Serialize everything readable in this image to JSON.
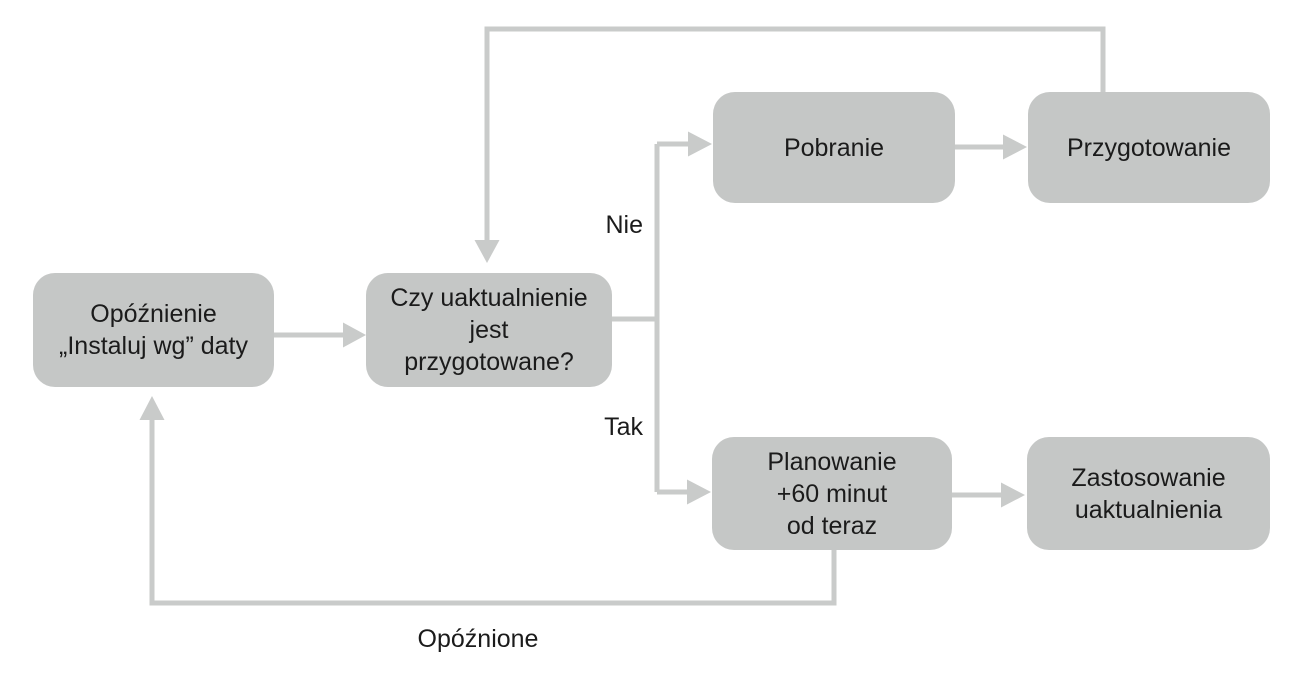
{
  "diagram": {
    "type": "flowchart",
    "language": "pl",
    "colors": {
      "background": "#ffffff",
      "node_fill": "#c5c7c6",
      "connector": "#c9cbca",
      "text": "#1b1b1b"
    },
    "nodes": [
      {
        "id": "delay",
        "label": "Opóźnienie\n„Instaluj wg” daty"
      },
      {
        "id": "question",
        "label": "Czy uaktualnienie\njest\nprzygotowane?"
      },
      {
        "id": "download",
        "label": "Pobranie"
      },
      {
        "id": "prepare",
        "label": "Przygotowanie"
      },
      {
        "id": "schedule",
        "label": "Planowanie\n+60 minut\nod teraz"
      },
      {
        "id": "apply",
        "label": "Zastosowanie\nuaktualnienia"
      }
    ],
    "edge_labels": {
      "no": "Nie",
      "yes": "Tak",
      "delayed": "Opóźnione"
    }
  }
}
